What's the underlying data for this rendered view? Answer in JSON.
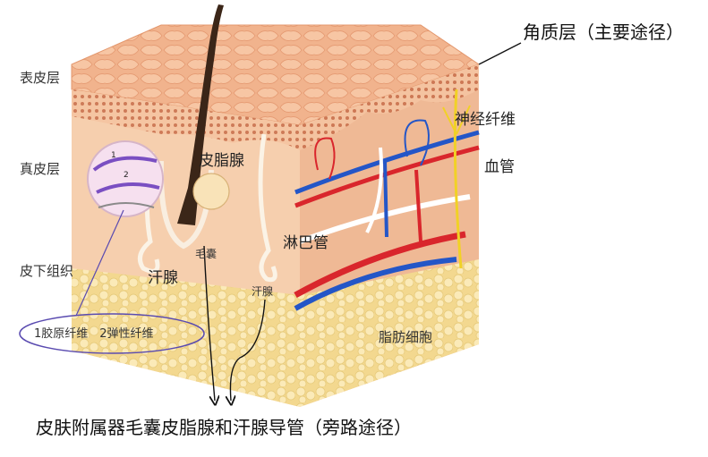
{
  "labels": {
    "stratum_corneum": "角质层（主要途径）",
    "epidermis": "表皮层",
    "dermis": "真皮层",
    "subcutaneous": "皮下组织",
    "sebaceous_gland": "皮脂腺",
    "hair_follicle": "毛囊",
    "sweat_gland_left": "汗腺",
    "sweat_gland_right": "汗腺",
    "lymph_vessel": "淋巴管",
    "nerve_fiber": "神经纤维",
    "blood_vessel": "血管",
    "fat_cells": "脂肪细胞",
    "fiber_legend": "1胶原纤维　2弹性纤维",
    "bypass_caption": "皮肤附属器毛囊皮脂腺和汗腺导管（旁路途径）",
    "inset_num_1": "1",
    "inset_num_2": "2"
  },
  "colors": {
    "skin_top": "#f2b792",
    "skin_front": "#f6cfae",
    "skin_side": "#efb995",
    "fat": "#f7e3a3",
    "artery": "#d9262c",
    "vein": "#2456c7",
    "lymph": "#ffffff",
    "nerve": "#f1d126",
    "hair": "#3b2618",
    "legend_ring": "#5a4bb0"
  }
}
